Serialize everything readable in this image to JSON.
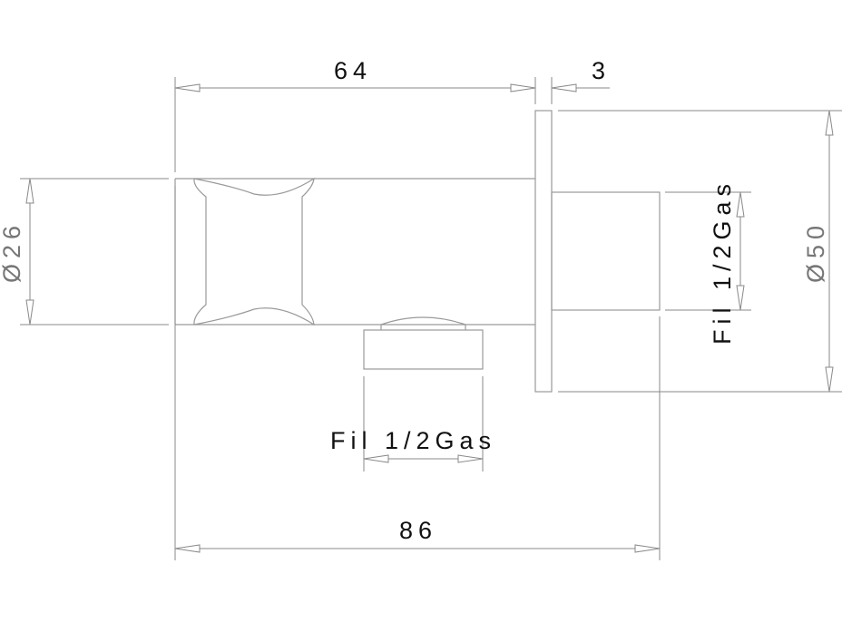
{
  "drawing": {
    "dim_length_body": "64",
    "dim_plate_thickness": "3",
    "dim_body_diameter": "Ø26",
    "dim_plate_diameter": "Ø50",
    "dim_thread_side": "Fil 1/2Gas",
    "dim_thread_bottom": "Fil 1/2Gas",
    "dim_total_length": "86"
  }
}
